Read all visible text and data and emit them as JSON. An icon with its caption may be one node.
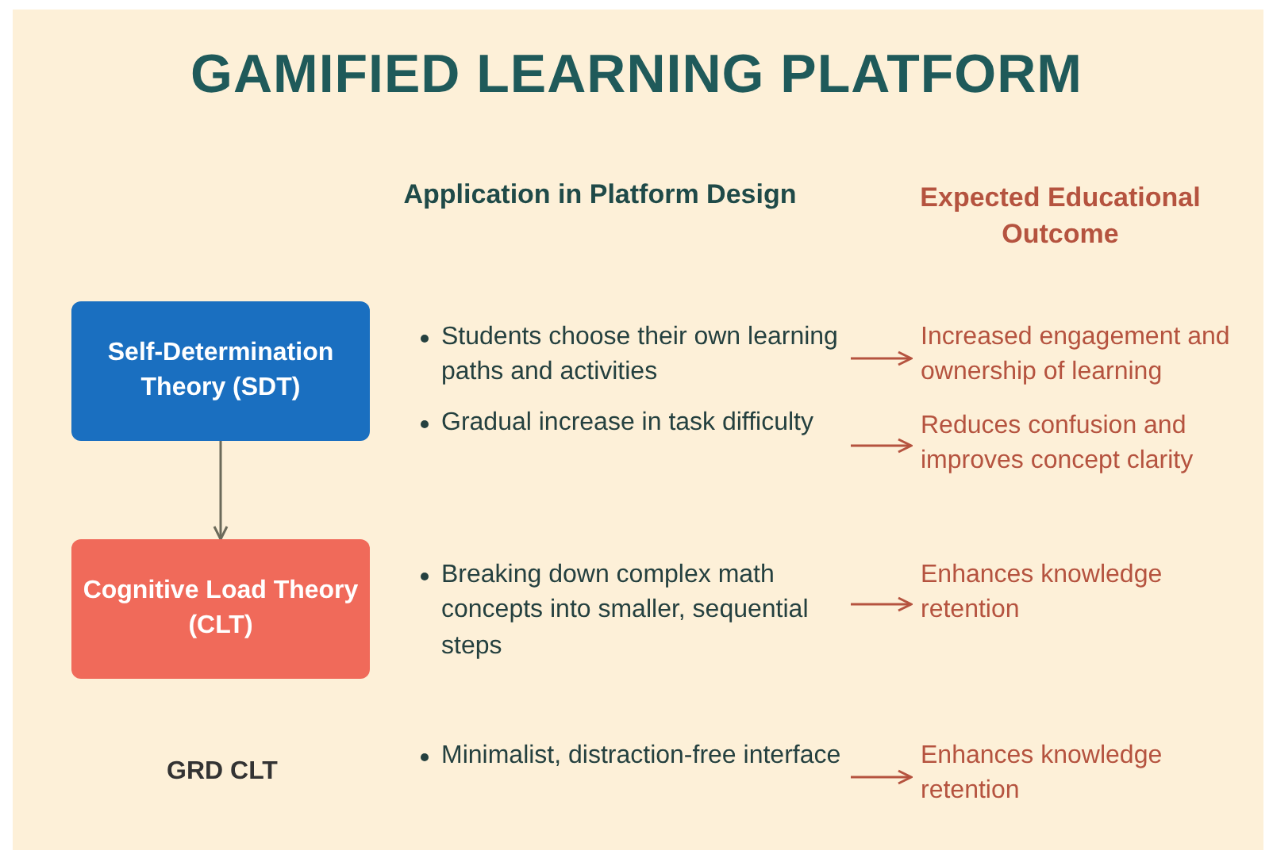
{
  "diagram": {
    "title": "GAMIFIED LEARNING PLATFORM",
    "nodes": [
      {
        "text": [
          "Self-Determination Theory (SDT)"
        ]
      },
      {
        "text": [
          "Cognitive Load Theory (CLT)"
        ]
      },
      {
        "text": [
          "Students choose their own learning paths and activities"
        ]
      },
      {
        "text": [
          "Increased engagement and ownership of learning"
        ]
      },
      {
        "text": [
          "Gradual increase in task difficulty"
        ]
      },
      {
        "text": [
          "Reduces confusion and improves concept clarity"
        ]
      },
      {
        "text": [
          "Breaking down complex math concepts into smaller, sequential steps"
        ]
      },
      {
        "text": [
          "Enhances knowledge retention"
        ]
      },
      {
        "text": [
          "Minimalist, distraction-free interface"
        ]
      },
      {
        "text": [
          "Enhances knowledge retention"
        ]
      }
    ],
    "edges": [
      {
        "from": 0,
        "to": 1,
        "arrow": "to"
      },
      {
        "from": 2,
        "to": 3,
        "arrow": "to"
      },
      {
        "from": 4,
        "to": 5,
        "arrow": "to"
      },
      {
        "from": 6,
        "to": 7,
        "arrow": "to"
      },
      {
        "from": 8,
        "to": 9,
        "arrow": "to"
      }
    ],
    "labels": [
      "Application in Platform Design",
      "Expected Educational Outcome",
      "GRD CLT"
    ]
  }
}
